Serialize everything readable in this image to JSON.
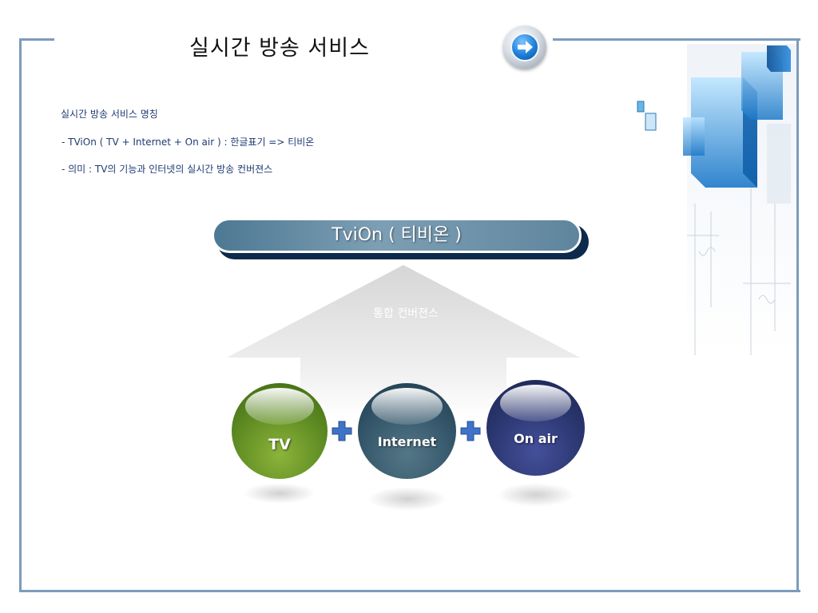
{
  "title": "실시간 방송 서비스",
  "nav": {
    "next_icon": "arrow-right-icon"
  },
  "info": {
    "line1": "실시간 방송 서비스 명칭",
    "line2": "- TViOn ( TV + Internet + On air ) : 한글표기 => 티비온",
    "line3": "- 의미 : TV의 기능과 인터넷의 실시간 방송 컨버젼스"
  },
  "diagram": {
    "banner": "TviOn ( 티비온 )",
    "arrow_label": "통합 컨버젼스",
    "components": [
      {
        "label": "TV",
        "color": "#5d8a22"
      },
      {
        "label": "Internet",
        "color": "#34566a"
      },
      {
        "label": "On air",
        "color": "#2a366f"
      }
    ],
    "connector_icon": "plus-icon"
  },
  "colors": {
    "frame": "#7b9cbc",
    "info_text": "#1f3b73",
    "connector": "#3f73c7"
  }
}
